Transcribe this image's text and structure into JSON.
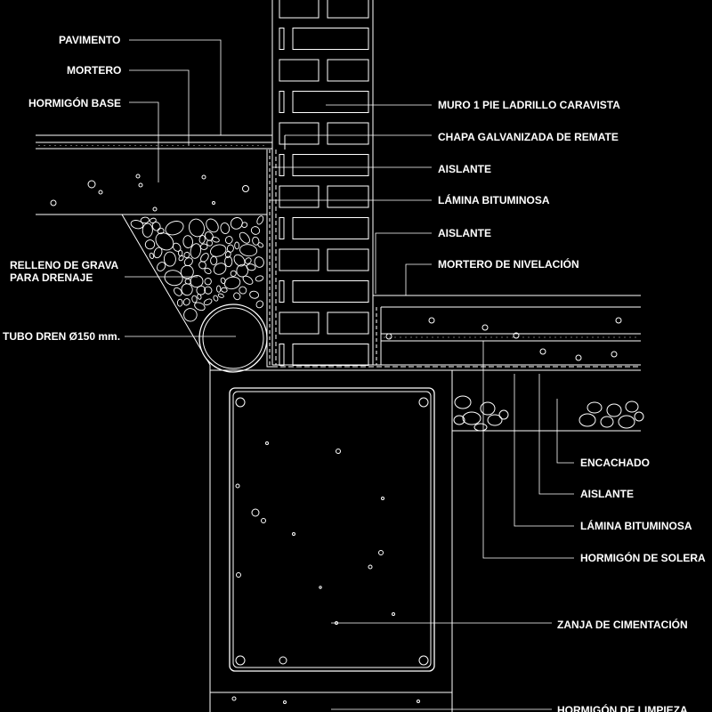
{
  "labels": {
    "pavimento": "PAVIMENTO",
    "mortero": "MORTERO",
    "hormigon_base": "HORMIGÓN BASE",
    "muro": "MURO 1 PIE LADRILLO CARAVISTA",
    "chapa": "CHAPA GALVANIZADA DE REMATE",
    "aislante_1": "AISLANTE",
    "lamina_1": "LÁMINA BITUMINOSA",
    "aislante_2": "AISLANTE",
    "mortero_nivelacion": "MORTERO DE NIVELACIÓN",
    "grava_line1": "RELLENO DE GRAVA",
    "grava_line2": "PARA DRENAJE",
    "tubo": "TUBO DREN Ø150 mm.",
    "encachado": "ENCACHADO",
    "aislante_3": "AISLANTE",
    "lamina_2": "LÁMINA BITUMINOSA",
    "hormigon_solera": "HORMIGÓN DE SOLERA",
    "zanja": "ZANJA DE CIMENTACIÓN",
    "hormigon_limpieza": "HORMIGÓN DE LIMPIEZA"
  },
  "colors": {
    "background": "#000000",
    "lines": "#ffffff",
    "hatch_gray": "#bbbbbb"
  }
}
